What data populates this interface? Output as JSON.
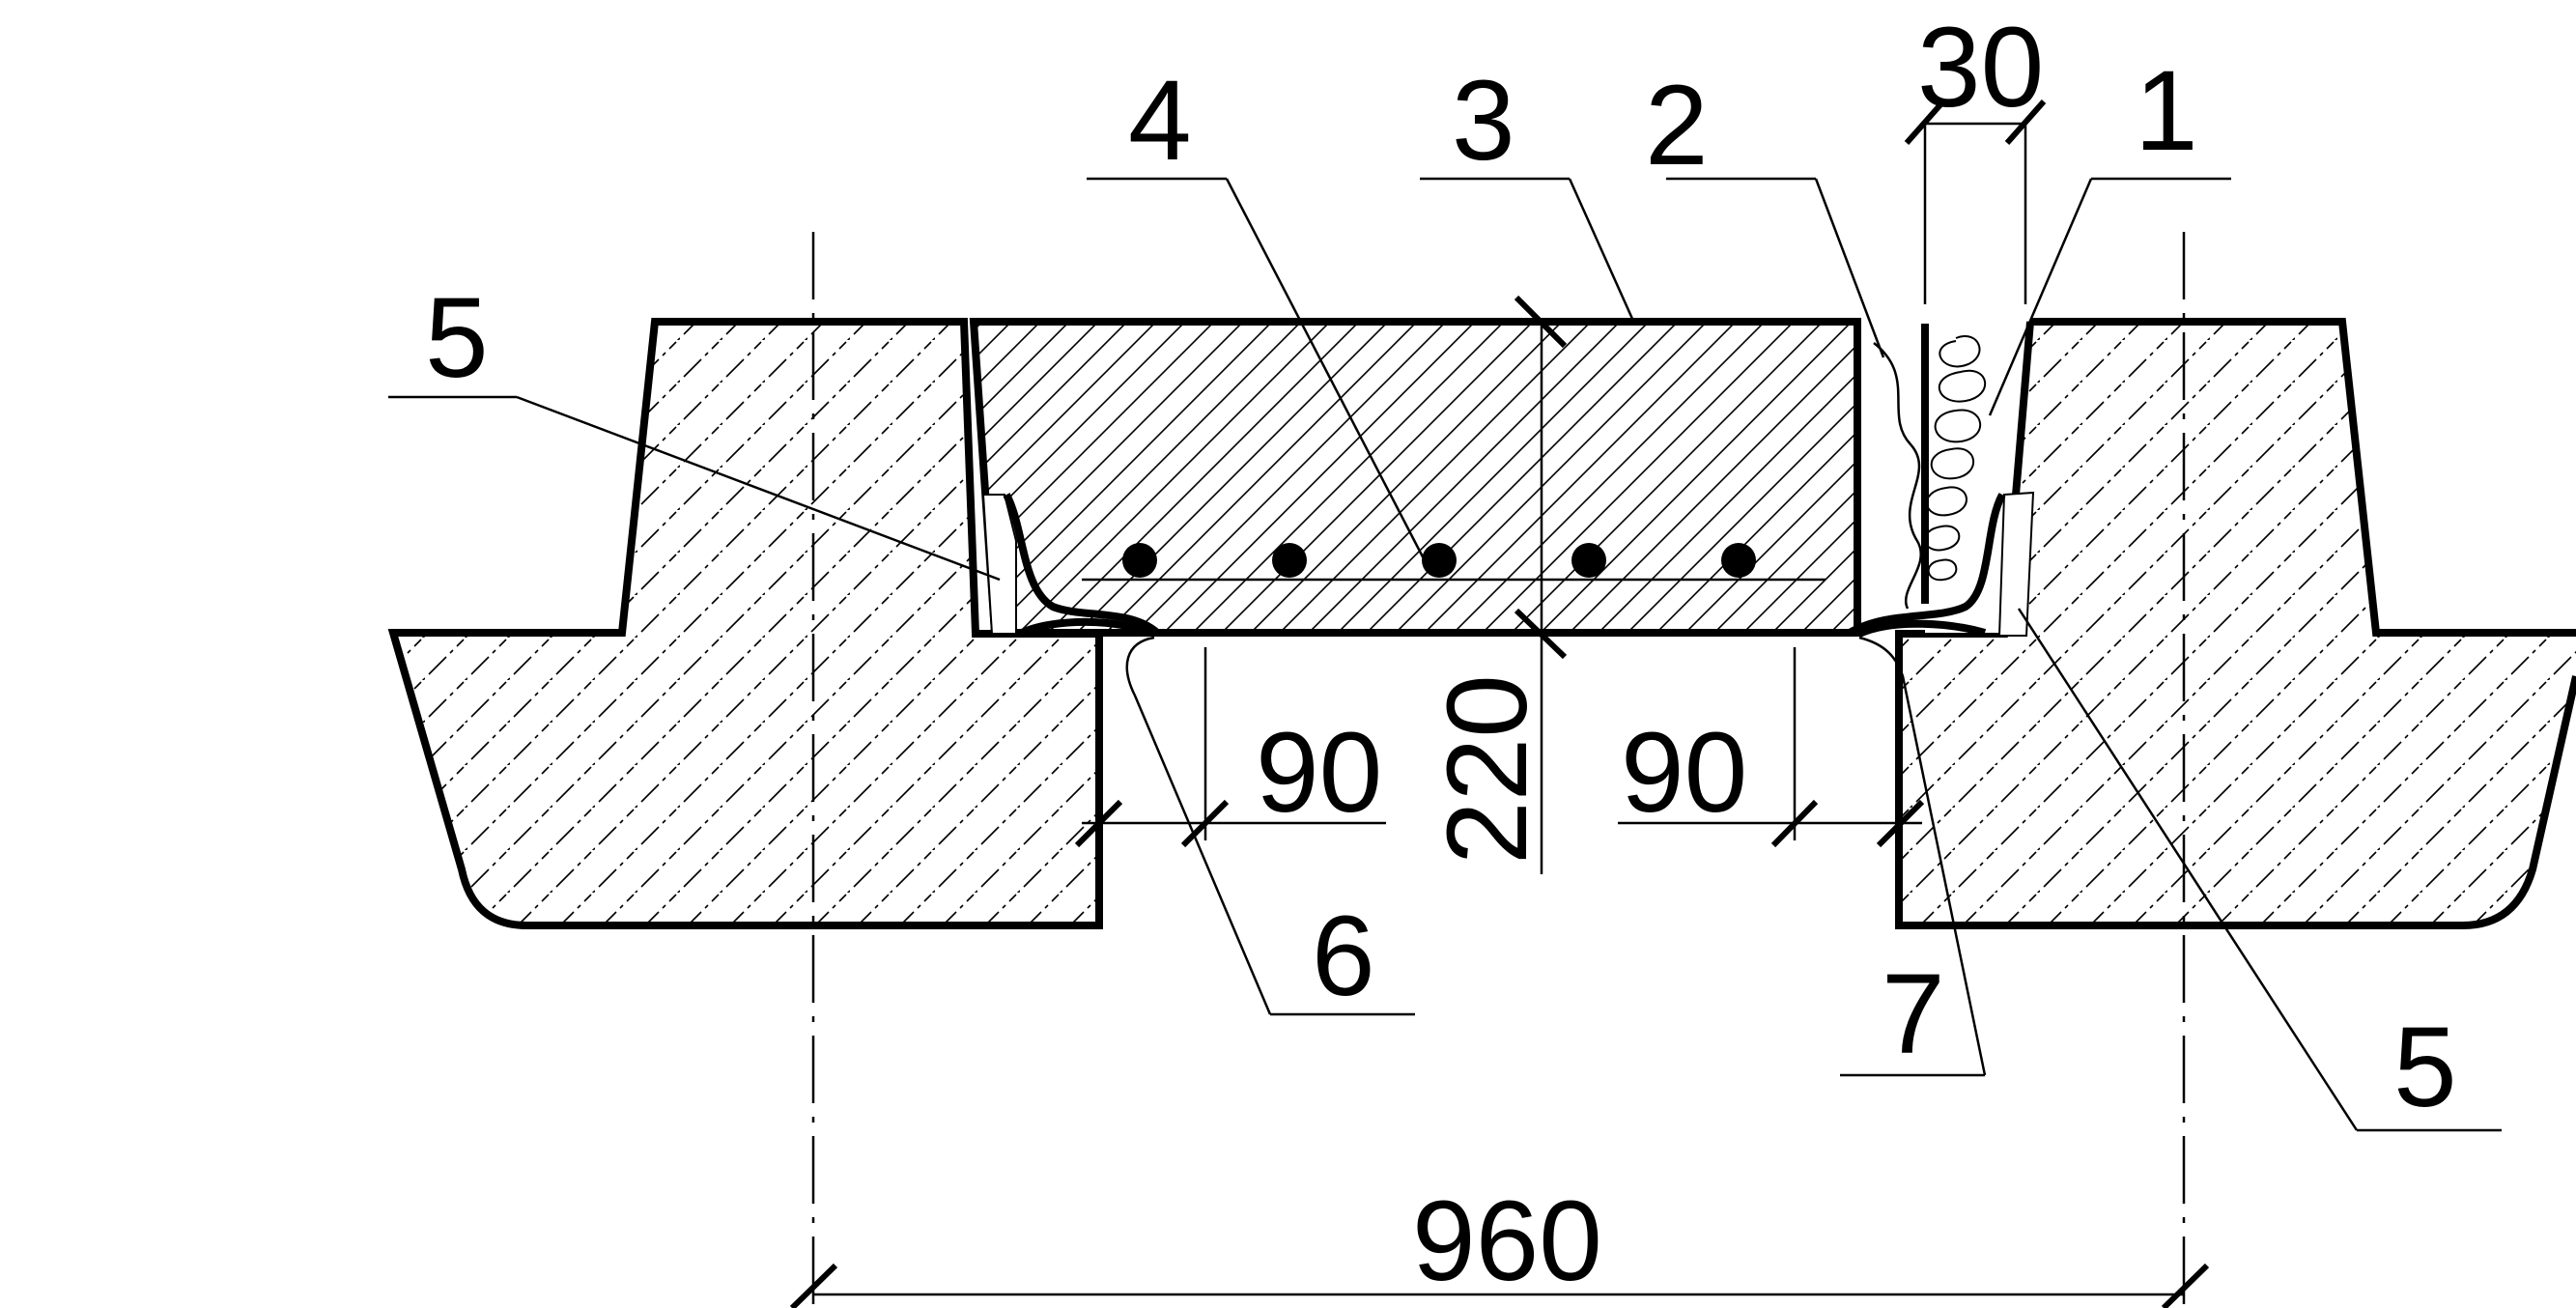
{
  "callouts": {
    "c1": "1",
    "c2": "2",
    "c3": "3",
    "c4": "4",
    "c5_left": "5",
    "c5_right": "5",
    "c6": "6",
    "c7": "7"
  },
  "dimensions": {
    "gap_width": "30",
    "bearing_left": "90",
    "bearing_right": "90",
    "slab_thickness": "220",
    "overall_span": "960"
  }
}
